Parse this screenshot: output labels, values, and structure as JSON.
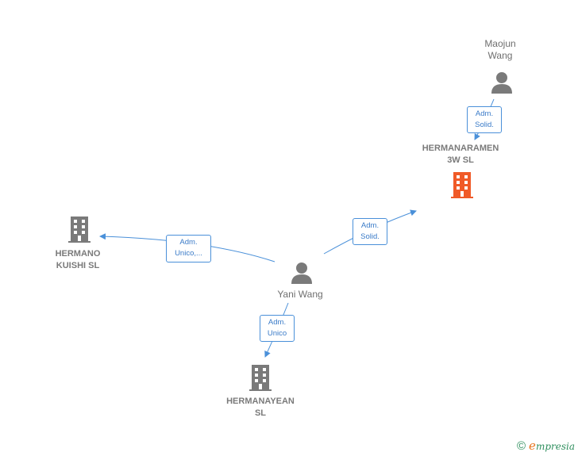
{
  "nodes": {
    "maojun": {
      "name": "Maojun\nWang"
    },
    "yani": {
      "name": "Yani Wang"
    },
    "hermanaramen": {
      "name": "HERMANARAMEN\n3W  SL"
    },
    "hermano_kuishi": {
      "name": "HERMANO\nKUISHI SL"
    },
    "hermanayean": {
      "name": "HERMANAYEAN\nSL"
    }
  },
  "edges": {
    "maojun_to_hermanaramen": "Adm.\nSolid.",
    "yani_to_hermanaramen": "Adm.\nSolid.",
    "yani_to_hermano_kuishi": "Adm.\nUnico,...",
    "yani_to_hermanayean": "Adm.\nUnico"
  },
  "colors": {
    "edge": "#4a90d9",
    "company": "#7a7a7a",
    "company_highlight": "#f05a28",
    "person": "#7a7a7a"
  },
  "footer": {
    "copyright_symbol": "©",
    "brand_initial": "e",
    "brand_rest": "mpresia"
  }
}
